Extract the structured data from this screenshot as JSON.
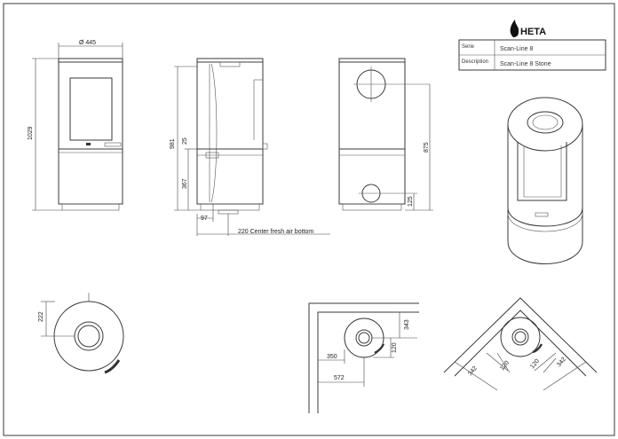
{
  "brand": {
    "name": "HETA",
    "logo_icon": "flame-logo-icon"
  },
  "title_block": {
    "rows": [
      {
        "label": "Serie",
        "value": "Scan-Line 8"
      },
      {
        "label": "Description",
        "value": "Scan-Line 8 Stone"
      }
    ]
  },
  "dimensions": {
    "diameter": "Ø 445",
    "height_total": "1029",
    "height_981": "981",
    "d25": "25",
    "d367": "367",
    "d97": "97",
    "fresh_air": "220 Center fresh air bottom",
    "height_875": "875",
    "d125": "125",
    "top_222": "222",
    "wall_343": "343",
    "wall_120": "120",
    "wall_350": "350",
    "wall_572": "572",
    "corner_342_left": "342",
    "corner_120_left": "120",
    "corner_120_right": "120",
    "corner_342_right": "342"
  }
}
